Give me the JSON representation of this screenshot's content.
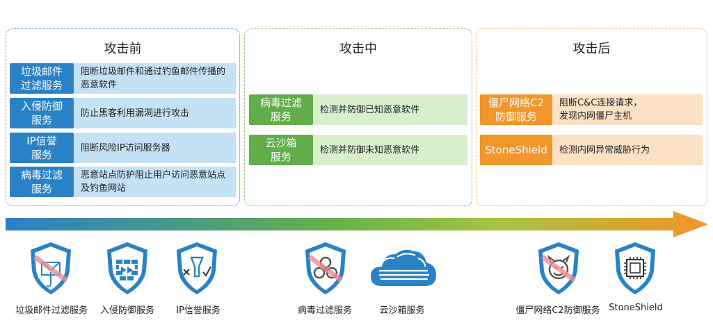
{
  "phases": [
    {
      "title": "攻击前",
      "rows": [
        {
          "tag": "垃圾邮件\n过滤服务",
          "desc": "阻断垃圾邮件和通过钓鱼邮件传播的恶意软件"
        },
        {
          "tag": "入侵防御\n服务",
          "desc": "防止黑客利用漏洞进行攻击"
        },
        {
          "tag": "IP信誉\n服务",
          "desc": "阻断风险IP访问服务器"
        },
        {
          "tag": "病毒过滤\n服务",
          "desc": "恶意站点防护阻止用户访问恶意站点及钓鱼网站"
        }
      ]
    },
    {
      "title": "攻击中",
      "rows": [
        {
          "tag": "病毒过滤\n服务",
          "desc": "检测并防御已知恶意软件"
        },
        {
          "tag": "云沙箱\n服务",
          "desc": "检测并防御未知恶意软件"
        }
      ]
    },
    {
      "title": "攻击后",
      "rows": [
        {
          "tag": "僵尸网络C2\n防御服务",
          "desc": "阻断C&C连接请求，\n发现内网僵尸主机"
        },
        {
          "tag": "StoneShield",
          "desc": "检测内网异常威胁行为"
        }
      ]
    }
  ],
  "icons": [
    {
      "label": "垃圾邮件过滤服务",
      "icon": "spam-mail-shield-icon"
    },
    {
      "label": "入侵防御服务",
      "icon": "firewall-shield-icon"
    },
    {
      "label": "IP信誉服务",
      "icon": "ip-reputation-shield-icon"
    },
    {
      "label": "病毒过滤服务",
      "icon": "biohazard-shield-icon"
    },
    {
      "label": "云沙箱服务",
      "icon": "cloud-icon"
    },
    {
      "label": "僵尸网络C2防御服务",
      "icon": "devil-shield-icon"
    },
    {
      "label": "StoneShield",
      "icon": "chip-shield-icon"
    }
  ],
  "colors": {
    "blue": "#2a82c6",
    "green": "#62ad4a",
    "orange": "#f0962a"
  }
}
